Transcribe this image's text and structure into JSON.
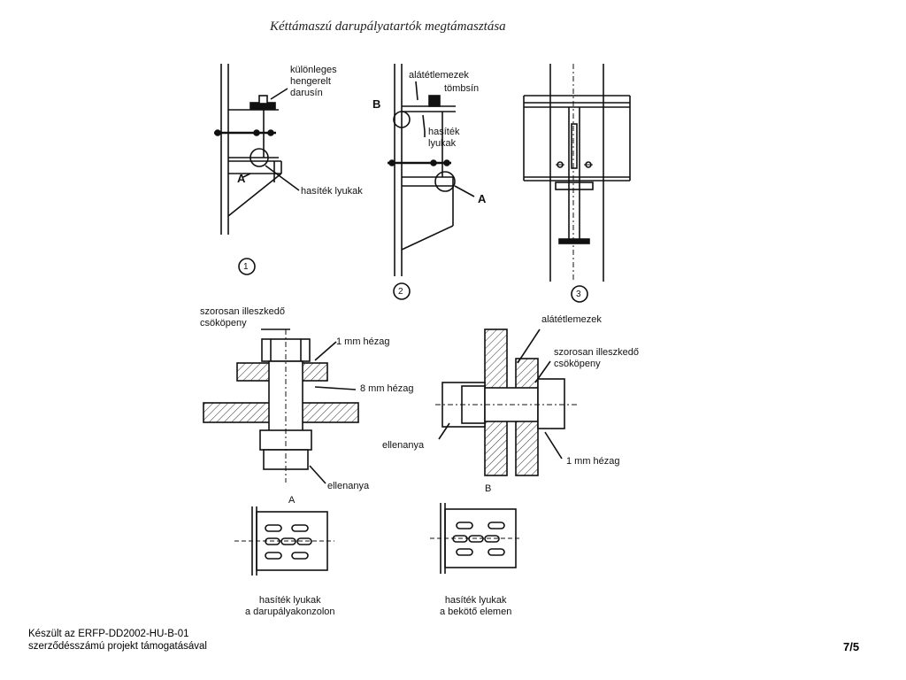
{
  "title": "Kéttámaszú darupályatartók megtámasztása",
  "figure1": {
    "number": "1",
    "label_rail": "különleges\nhengerelt\ndarusín",
    "label_detail": "A",
    "label_slots": "hasíték lyukak"
  },
  "figure2": {
    "number": "2",
    "label_shims": "alátétlemezek",
    "label_block": "tömbsín",
    "label_slots": "hasíték\nlyukak",
    "label_detail_b": "B",
    "label_detail_a": "A"
  },
  "figure3": {
    "number": "3"
  },
  "detail_a": {
    "caption": "A",
    "label_sleeve": "szorosan illeszkedő\ncsököpeny",
    "label_gap1": "1 mm hézag",
    "label_gap8": "8 mm hézag",
    "label_locknut": "ellenanya"
  },
  "detail_b": {
    "caption": "B",
    "label_shims": "alátétlemezek",
    "label_sleeve": "szorosan illeszkedő\ncsököpeny",
    "label_locknut": "ellenanya",
    "label_gap1": "1 mm hézag"
  },
  "plate_a": {
    "caption": "hasíték lyukak\na darupályakonzolon"
  },
  "plate_b": {
    "caption": "hasíték lyukak\na bekötő elemen"
  },
  "footer": {
    "line1": "Készült az ERFP-DD2002-HU-B-01",
    "line2": "szerződésszámú projekt támogatásával"
  },
  "page_number": "7/5"
}
